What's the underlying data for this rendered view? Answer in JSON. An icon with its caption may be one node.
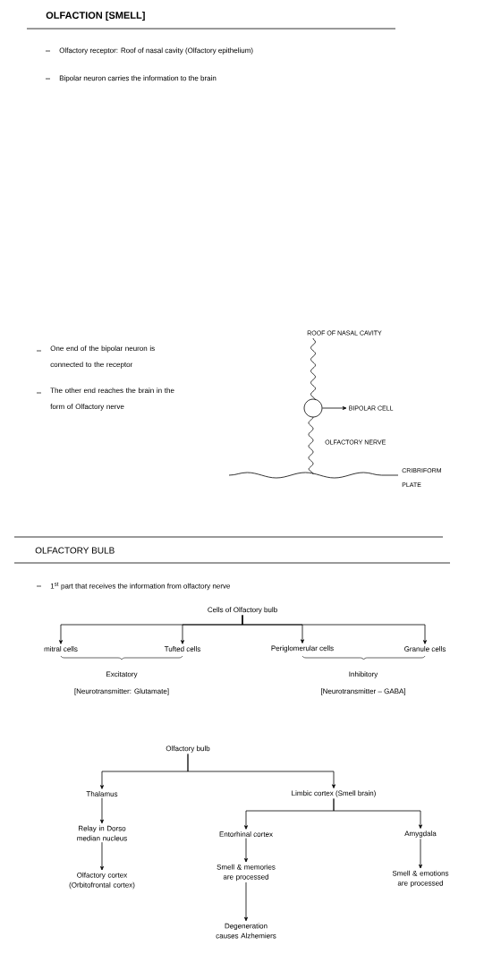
{
  "diagram": {
    "title": "OLFACTION [SMELL]",
    "nodes": [
      {
        "text": [
          "Cells of Olfactory bulb"
        ]
      },
      {
        "text": [
          "mitral cells"
        ]
      },
      {
        "text": [
          "Tufted cells"
        ]
      },
      {
        "text": [
          "Periglomerular cells"
        ]
      },
      {
        "text": [
          "Granule cells"
        ]
      },
      {
        "text": [
          "Olfactory bulb"
        ]
      },
      {
        "text": [
          "Thalamus"
        ]
      },
      {
        "text": [
          "Relay in Dorso median nucleus"
        ]
      },
      {
        "text": [
          "Olfactory cortex (Orbitofrontal cortex)"
        ]
      },
      {
        "text": [
          "Limbic cortex (Smell brain)"
        ]
      },
      {
        "text": [
          "Entorhinal cortex"
        ]
      },
      {
        "text": [
          "Smell & memories are processed"
        ]
      },
      {
        "text": [
          "Degeneration causes Alzhemiers"
        ]
      },
      {
        "text": [
          "Amygdala"
        ]
      },
      {
        "text": [
          "Smell & emotions are processed"
        ]
      },
      {
        "text": [],
        "shape": "circle"
      },
      {
        "text": [
          "BIPOLAR CELL"
        ]
      }
    ],
    "edges": [
      {
        "from": 0,
        "to": 1,
        "arrow": "to"
      },
      {
        "from": 0,
        "to": 2,
        "arrow": "to"
      },
      {
        "from": 0,
        "to": 3,
        "arrow": "to"
      },
      {
        "from": 0,
        "to": 4,
        "arrow": "to"
      },
      {
        "from": 5,
        "to": 6,
        "arrow": "to"
      },
      {
        "from": 5,
        "to": 9,
        "arrow": "to"
      },
      {
        "from": 6,
        "to": 7,
        "arrow": "to"
      },
      {
        "from": 7,
        "to": 8,
        "arrow": "to"
      },
      {
        "from": 9,
        "to": 10,
        "arrow": "to"
      },
      {
        "from": 9,
        "to": 13,
        "arrow": "to"
      },
      {
        "from": 10,
        "to": 11,
        "arrow": "to"
      },
      {
        "from": 11,
        "to": 12,
        "arrow": "to"
      },
      {
        "from": 13,
        "to": 14,
        "arrow": "to"
      },
      {
        "from": 15,
        "to": 16,
        "arrow": "to"
      }
    ],
    "labels": [
      "Olfactory receptor: Roof of nasal cavity (Olfactory epithelium)",
      "Bipolar neuron carries the information to the brain",
      "One end of the bipolar neuron is connected to the receptor",
      "The other end reaches the brain in the form of Olfactory nerve",
      "ROOF OF NASAL CAVITY",
      "OLFACTORY NERVE",
      "CRIBRIFORM PLATE",
      "OLFACTORY BULB",
      "1$^{st}$ part that receives the information from olfactory nerve",
      "Excitatory",
      "[Neurotransmitter: Glutamate]",
      "Inhibitory",
      "[Neurotransmitter – GABA]"
    ]
  }
}
